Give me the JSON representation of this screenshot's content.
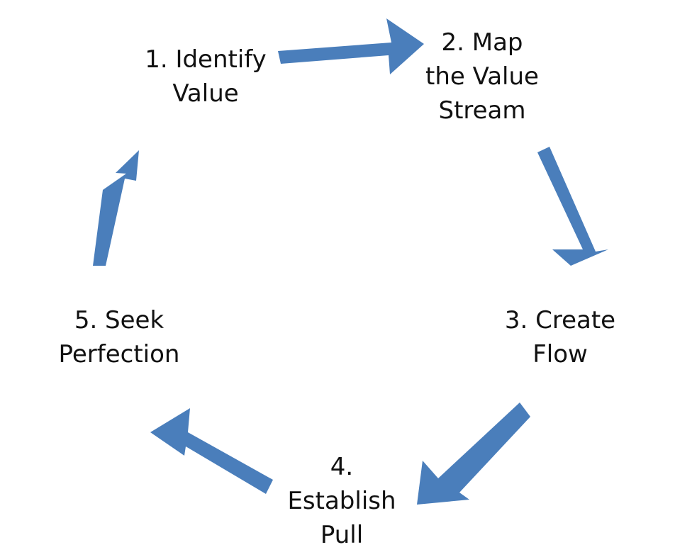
{
  "diagram": {
    "arrow_color": "#4a7ebb",
    "steps": [
      {
        "lines": [
          "1. Identify",
          "Value"
        ]
      },
      {
        "lines": [
          "2. Map",
          "the Value",
          "Stream"
        ]
      },
      {
        "lines": [
          "3. Create",
          "Flow"
        ]
      },
      {
        "lines": [
          "4.",
          "Establish",
          "Pull"
        ]
      },
      {
        "lines": [
          "5. Seek",
          "Perfection"
        ]
      }
    ]
  }
}
